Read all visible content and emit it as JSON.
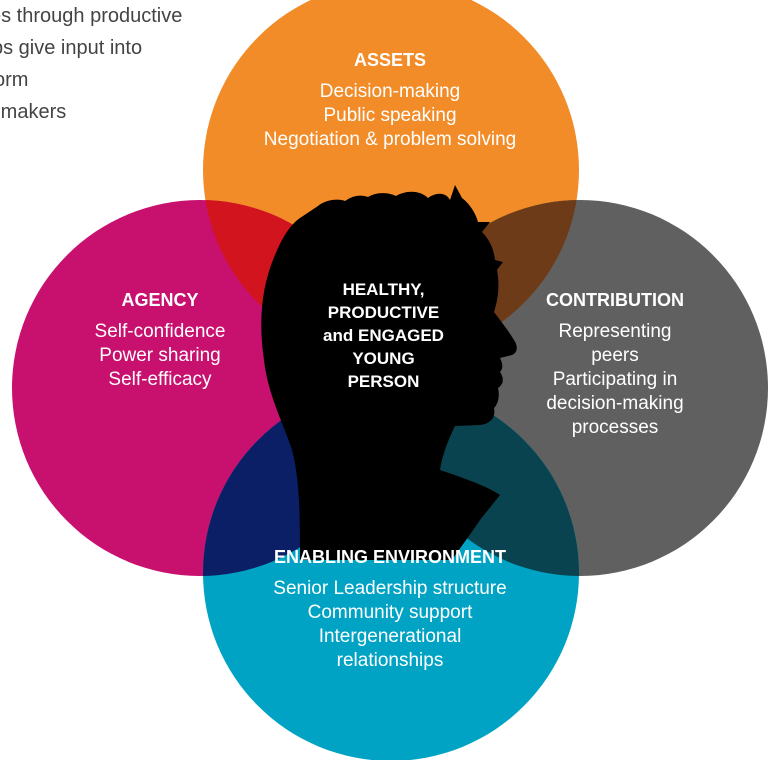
{
  "intro_text": [
    "es through productive",
    "ps give input into",
    "orm",
    "-makers"
  ],
  "colors": {
    "assets": "#f28c28",
    "agency": "#c8106e",
    "contribution": "#606060",
    "enabling": "#00a3c4",
    "head": "#000000"
  },
  "circles": {
    "assets": {
      "heading": "ASSETS",
      "items": [
        "Decision-making",
        "Public speaking",
        "Negotiation & problem solving"
      ]
    },
    "agency": {
      "heading": "AGENCY",
      "items": [
        "Self-confidence",
        "Power sharing",
        "Self-efficacy"
      ]
    },
    "contribution": {
      "heading": "CONTRIBUTION",
      "items": [
        "Representing",
        "peers",
        "Participating in",
        "decision-making",
        "processes"
      ]
    },
    "enabling": {
      "heading": "ENABLING ENVIRONMENT",
      "items": [
        "Senior Leadership structure",
        "Community support",
        "Intergenerational",
        "relationships"
      ]
    }
  },
  "center": {
    "lines": [
      "HEALTHY,",
      "PRODUCTIVE",
      "and ENGAGED",
      "YOUNG",
      "PERSON"
    ]
  }
}
